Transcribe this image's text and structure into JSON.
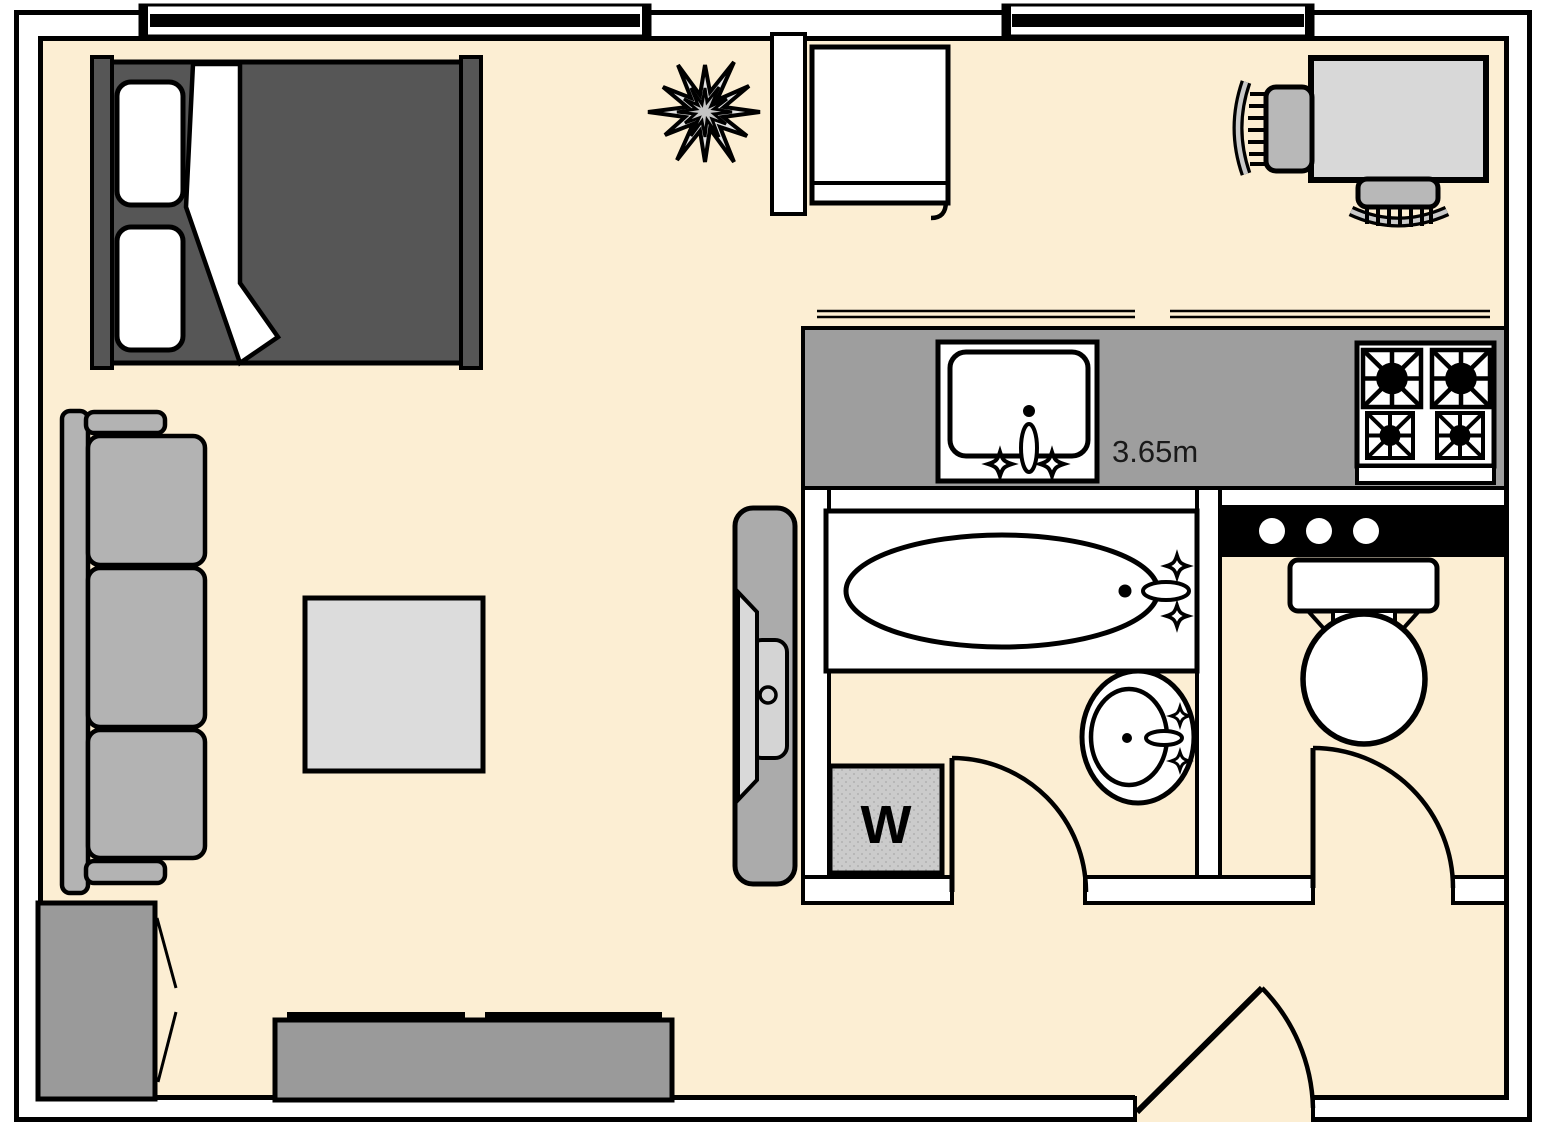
{
  "floorplan": {
    "kind": "studio-apartment-floor-plan",
    "labels": {
      "counter_dimension": "3.65m",
      "washer": "W"
    },
    "colors": {
      "floor": "#FCEED3",
      "wall_line": "#000000",
      "counter": "#9E9E9E",
      "sofa": "#B3B3B3",
      "bed_dark": "#565656",
      "desk": "#D8D8D8",
      "coffee_table": "#DCDCDC",
      "cabinet": "#9A9A9A",
      "fixture_white": "#FFFFFF",
      "washer_fill": "#CBCBCB",
      "tv_console": "#ABABAB",
      "plant_leaf": "#E3E3E3"
    },
    "rooms": [
      "main-living-area",
      "kitchenette",
      "bathroom",
      "wc"
    ],
    "fixtures": [
      "double-bed",
      "pillows",
      "folded-sheet",
      "sofa",
      "coffee-table",
      "wardrobe-cabinet",
      "tv-stand",
      "flatscreen-tv",
      "plant",
      "tv-console",
      "refrigerator",
      "kitchen-counter",
      "kitchen-sink",
      "stove-4-burners",
      "bathtub",
      "washing-machine",
      "pedestal-sink",
      "toilet",
      "wc-shelf-lights",
      "desk",
      "desk-chair-left",
      "desk-chair-bottom",
      "window-top-left",
      "window-top-right",
      "entry-door",
      "bathroom-door",
      "wc-door"
    ]
  }
}
